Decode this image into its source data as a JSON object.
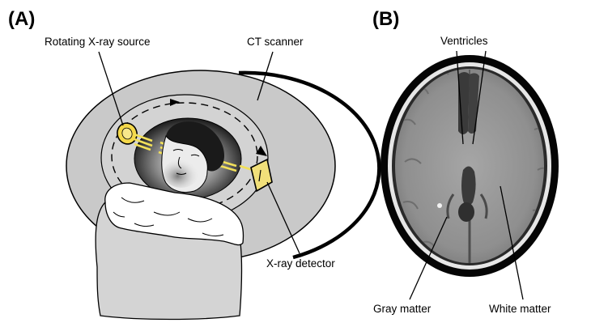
{
  "panels": [
    {
      "label": "(A)",
      "callouts": {
        "source": "Rotating X-ray source",
        "scanner": "CT scanner",
        "detector": "X-ray detector"
      }
    },
    {
      "label": "(B)",
      "callouts": {
        "ventricles": "Ventricles",
        "gray": "Gray matter",
        "white": "White matter"
      }
    }
  ],
  "colors": {
    "scanner_body": "#c9c9c9",
    "scanner_rim": "#000000",
    "beam": "#f2e05a",
    "source": "#f4d84a",
    "detector": "#f1e07a",
    "brain_tissue": "#9a9a9a",
    "skull": "#e6e6e6",
    "scan_background": "#050505"
  },
  "icons": [
    "xray-source-icon",
    "xray-detector-icon",
    "patient-illustration",
    "ct-brain-scan"
  ]
}
